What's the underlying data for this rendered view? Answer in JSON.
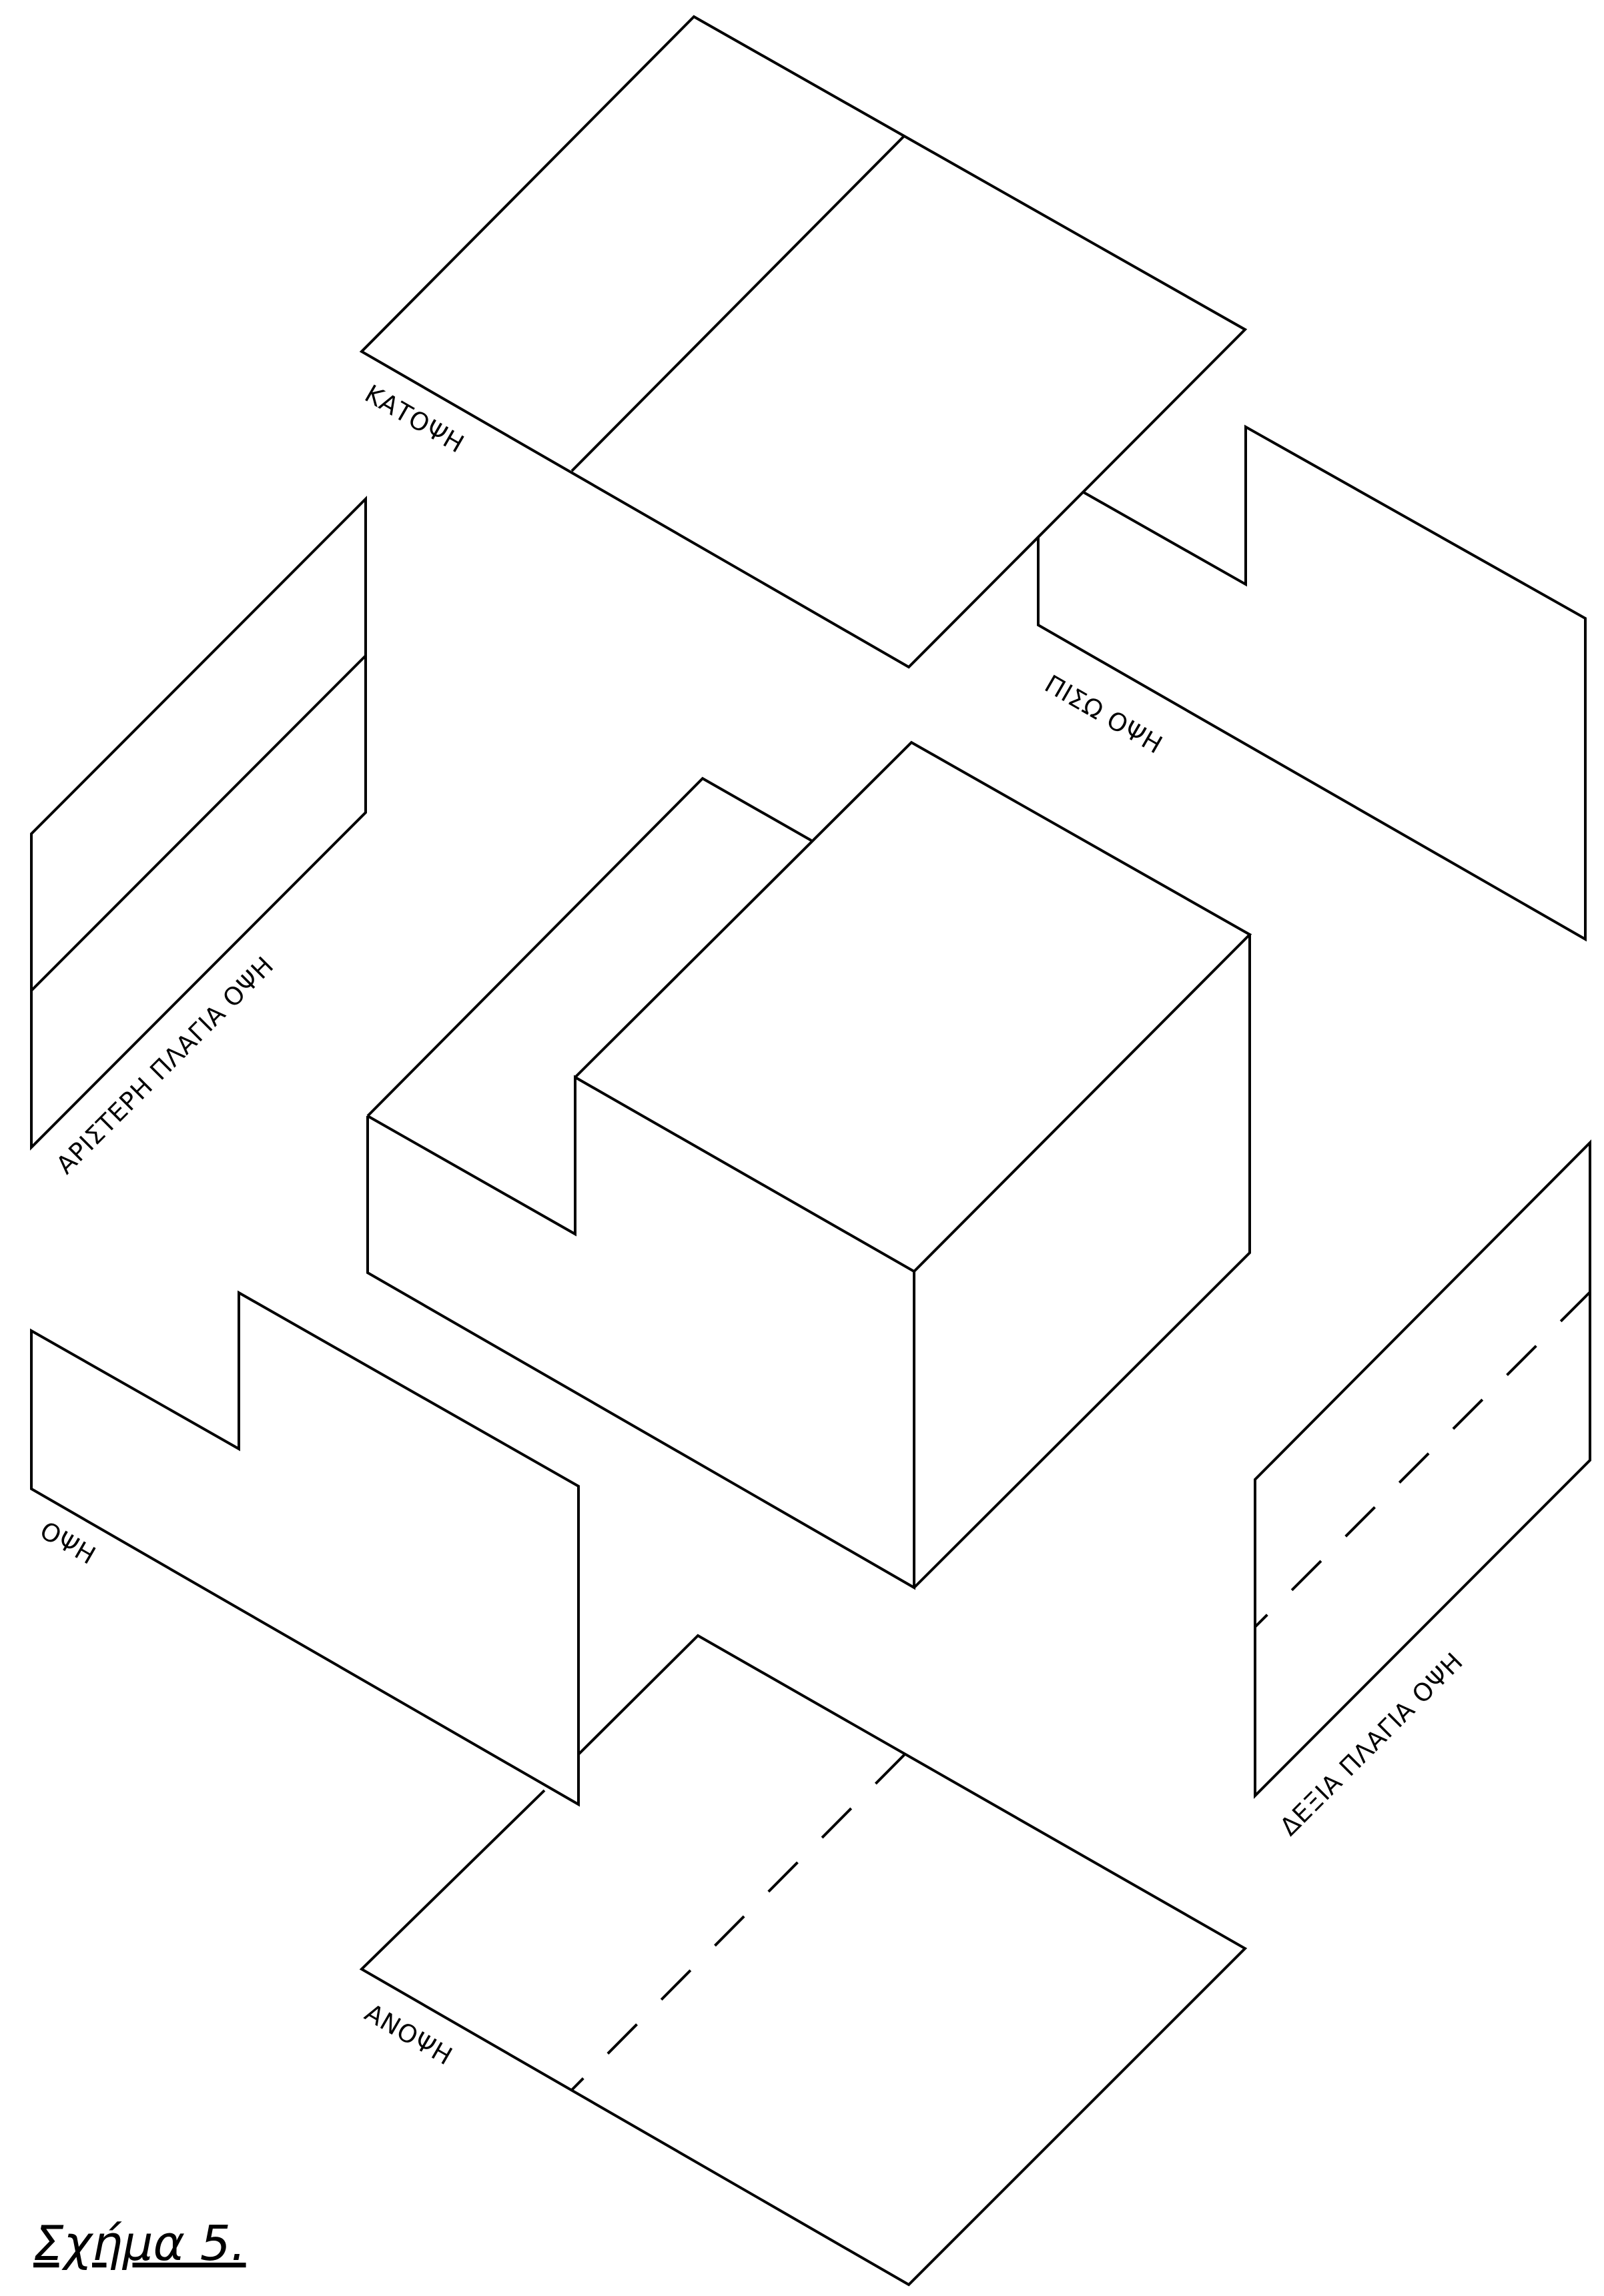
{
  "views": {
    "top": {
      "label": "ΚΑΤΟΨΗ"
    },
    "back": {
      "label": "ΠΙΣΩ ΟΨΗ"
    },
    "left_side": {
      "label": "ΑΡΙΣΤΕΡΗ ΠΛΑΓΙΑ ΟΨΗ"
    },
    "front": {
      "label": "ΟΨΗ"
    },
    "right_side": {
      "label": "ΔΕΞΙΑ ΠΛΑΓΙΑ ΟΨΗ"
    },
    "bottom": {
      "label": "ΑΝΟΨΗ"
    }
  },
  "caption": "Σχήμα 5.",
  "colors": {
    "line": "#000000",
    "background": "#ffffff"
  }
}
